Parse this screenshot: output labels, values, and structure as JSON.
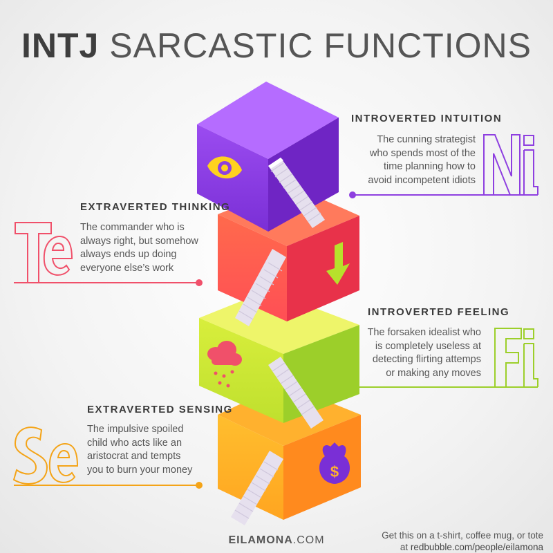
{
  "title": {
    "bold": "INTJ",
    "light": "SARCASTIC FUNCTIONS"
  },
  "functions": [
    {
      "code": "Ni",
      "heading": "INTROVERTED INTUITION",
      "lines": [
        "The cunning strategist",
        "who spends most of the",
        "time planning how to",
        "avoid incompetent idiots"
      ],
      "color": "#8e3fe0",
      "icon": "eye-icon"
    },
    {
      "code": "Te",
      "heading": "EXTRAVERTED THINKING",
      "lines": [
        "The commander who is",
        "always right, but somehow",
        "always ends up doing",
        "everyone else’s work"
      ],
      "color": "#f0506a",
      "icon": "arrow-down-icon"
    },
    {
      "code": "Fi",
      "heading": "INTROVERTED FEELING",
      "lines": [
        "The forsaken idealist who",
        "is completely useless at",
        "detecting flirting attemps",
        "or making any moves"
      ],
      "color": "#9ccf2a",
      "icon": "rain-cloud-icon"
    },
    {
      "code": "Se",
      "heading": "EXTRAVERTED SENSING",
      "lines": [
        "The impulsive spoiled",
        "child who acts like an",
        "aristocrat and tempts",
        "you to burn your money"
      ],
      "color": "#f4a418",
      "icon": "money-bag-icon"
    }
  ],
  "colors": {
    "purple_top": "#b56cff",
    "purple_left": "#8e3fe0",
    "purple_right": "#6f25c4",
    "red_top": "#ff7a5c",
    "red_left": "#ff5a4a",
    "red_right": "#e8324a",
    "green_top": "#eef56a",
    "green_left": "#c8e634",
    "green_right": "#9ccf2a",
    "orange_top": "#ffb12e",
    "orange_left": "#ffb72a",
    "orange_right": "#ff8a1e"
  },
  "footer": {
    "brand_bold": "EILAMONA",
    "brand_light": ".COM",
    "note_line1": "Get this on a t-shirt, coffee mug, or tote",
    "note_at": "at",
    "note_link": "redbubble.com/people/eilamona"
  }
}
